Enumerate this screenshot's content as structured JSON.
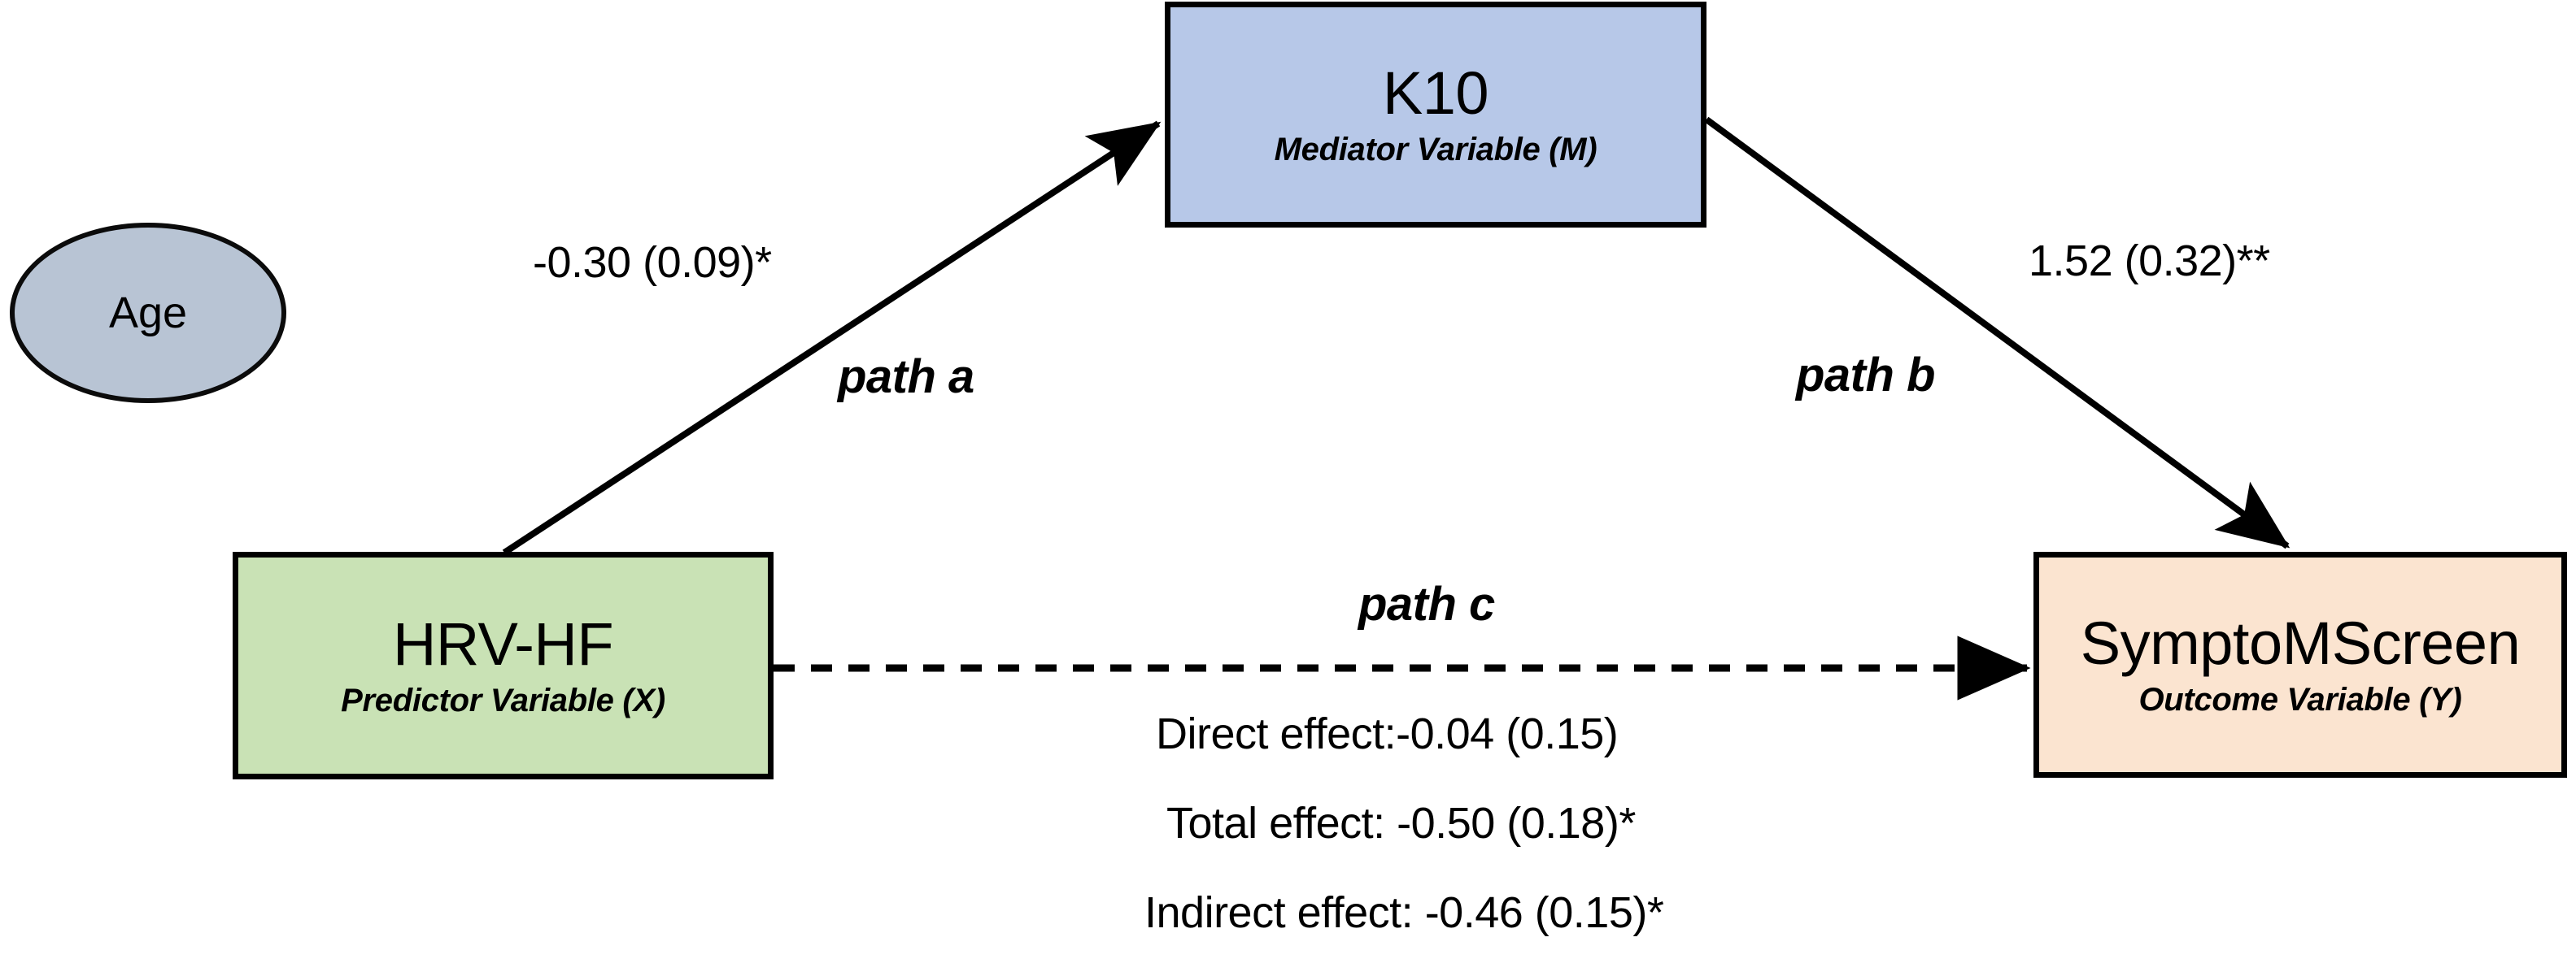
{
  "diagram": {
    "type": "mediation-path-diagram",
    "nodes": {
      "predictor": {
        "title": "HRV-HF",
        "subtitle": "Predictor Variable (X)",
        "fill": "#c9e2b5",
        "shape": "rectangle"
      },
      "mediator": {
        "title": "K10",
        "subtitle": "Mediator Variable (M)",
        "fill": "#b7c8e8",
        "shape": "rectangle"
      },
      "outcome": {
        "title": "SymptoMScreen",
        "subtitle": "Outcome Variable (Y)",
        "fill": "#fbe4d0",
        "shape": "rectangle"
      },
      "covariate": {
        "title": "Age",
        "fill": "#b8c4d4",
        "shape": "ellipse"
      }
    },
    "paths": {
      "a": {
        "name": "path a",
        "coefficient": "-0.30 (0.09)*",
        "style": "solid",
        "from": "HRV-HF",
        "to": "K10"
      },
      "b": {
        "name": "path b",
        "coefficient": "1.52 (0.32)**",
        "style": "solid",
        "from": "K10",
        "to": "SymptoMScreen"
      },
      "c": {
        "name": "path c",
        "style": "dashed",
        "from": "HRV-HF",
        "to": "SymptoMScreen"
      }
    },
    "effects": {
      "direct": "Direct effect:-0.04 (0.15)",
      "total": "Total effect: -0.50 (0.18)*",
      "indirect": "Indirect effect: -0.46 (0.15)*"
    },
    "colors": {
      "stroke": "#000000",
      "background": "#ffffff"
    }
  }
}
